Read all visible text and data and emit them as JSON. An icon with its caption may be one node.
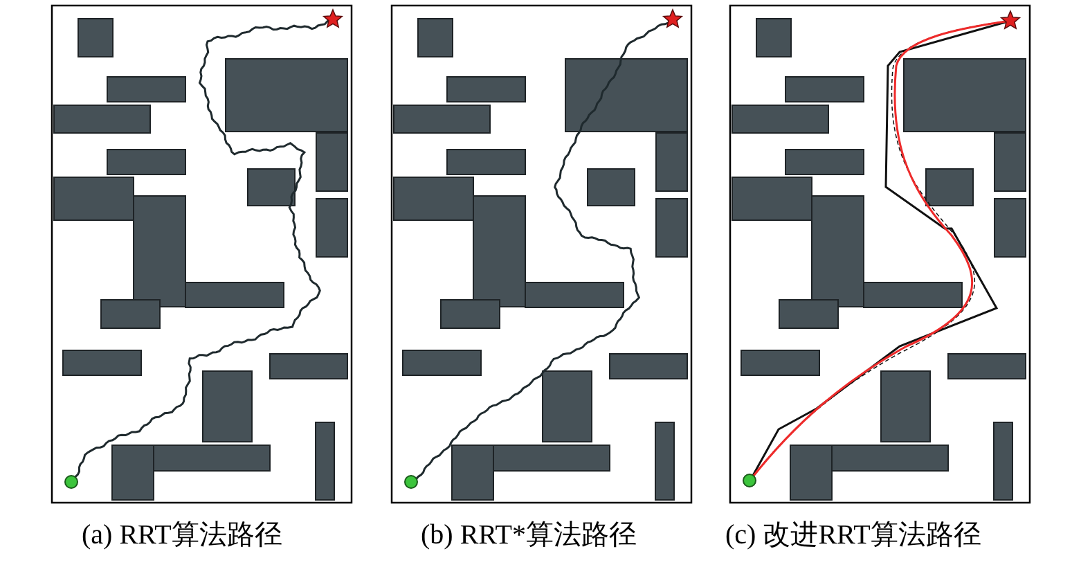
{
  "diagram": {
    "labels": [
      "(a) RRT算法路径",
      "(b) RRT*算法路径",
      "(c) 改进RRT算法路径"
    ]
  }
}
